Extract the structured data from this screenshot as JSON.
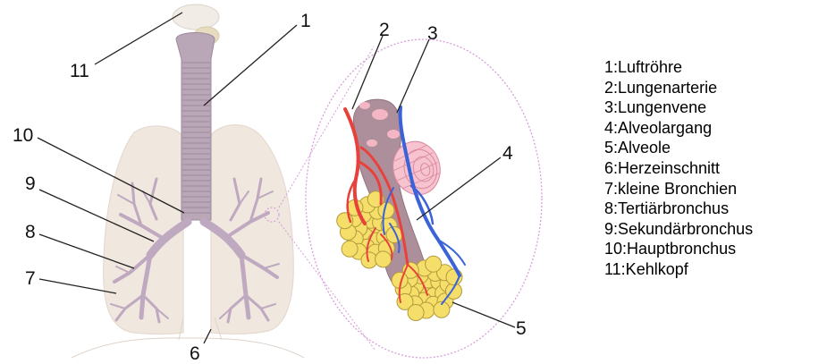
{
  "labels": {
    "n1": "1",
    "n2": "2",
    "n3": "3",
    "n4": "4",
    "n5": "5",
    "n6": "6",
    "n7": "7",
    "n8": "8",
    "n9": "9",
    "n10": "10",
    "n11": "11"
  },
  "legend": [
    "1:Luftröhre",
    "2:Lungenarterie",
    "3:Lungenvene",
    "4:Alveolargang",
    "5:Alveole",
    "6:Herzeinschnitt",
    "7:kleine Bronchien",
    "8:Tertiärbronchus",
    "9:Sekundärbronchus",
    "10:Hauptbronchus",
    "11:Kehlkopf"
  ],
  "colors": {
    "lung_fill": "#efe5dc",
    "trachea": "#b9a6b7",
    "bronchi": "#bfa9c0",
    "artery": "#e8413c",
    "vein": "#3c62d8",
    "alveoli": "#f5df6a",
    "duct": "#ad8f9b",
    "pink": "#f4b6c5",
    "dotted_circle": "#d79ed9"
  }
}
